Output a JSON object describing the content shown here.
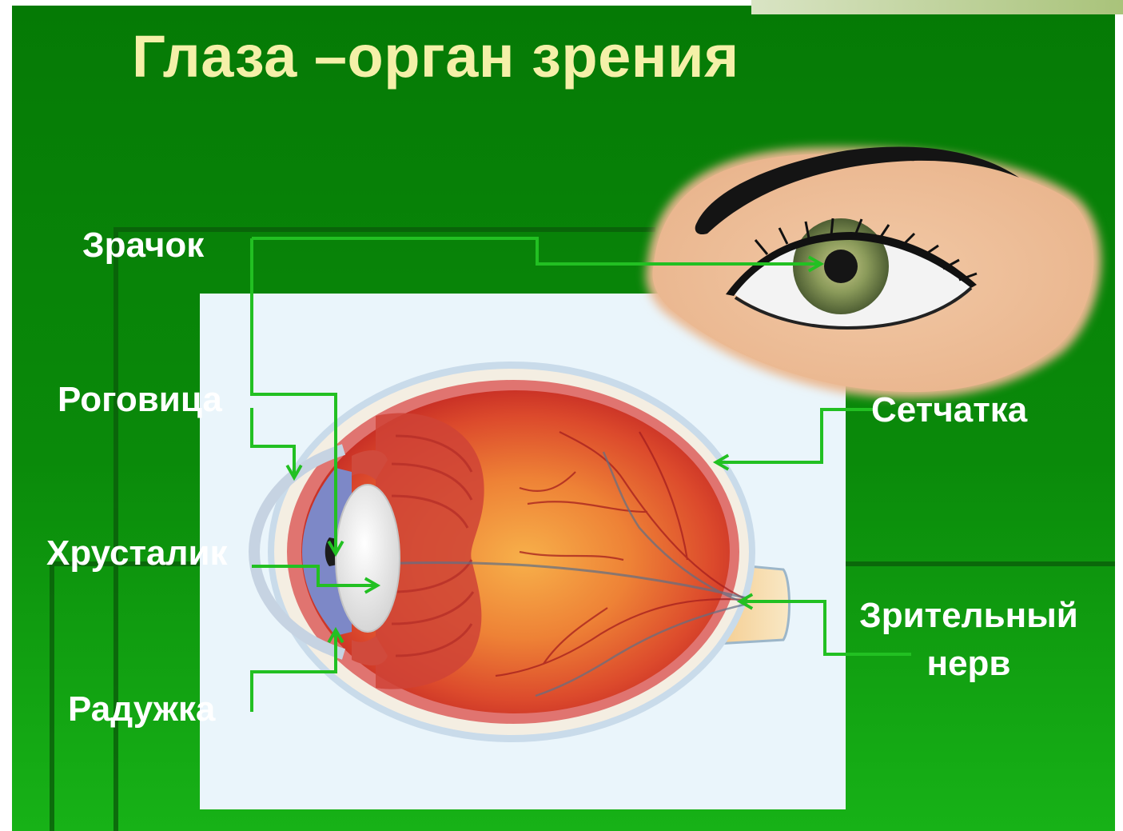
{
  "title": "Глаза –орган зрения",
  "labels": {
    "pupil": "Зрачок",
    "cornea": "Роговица",
    "lens": "Хрусталик",
    "iris": "Радужка",
    "retina": "Сетчатка",
    "optic_nerve_line1": "Зрительный",
    "optic_nerve_line2": "нерв"
  },
  "colors": {
    "background_dark": "#057a05",
    "background_light": "#17b217",
    "title": "#f4f0a8",
    "label": "#ffffff",
    "pointer": "#22c022",
    "eyeball_red": "#d8392a",
    "sclera": "#f3ede1",
    "skin": "#f0c3a0",
    "iris_green": "#7f8f55",
    "diagram_panel": "#eaf5fb"
  },
  "icons": {
    "external_eye": "external-eye-illustration",
    "eyeball": "eyeball-cross-section-illustration"
  }
}
